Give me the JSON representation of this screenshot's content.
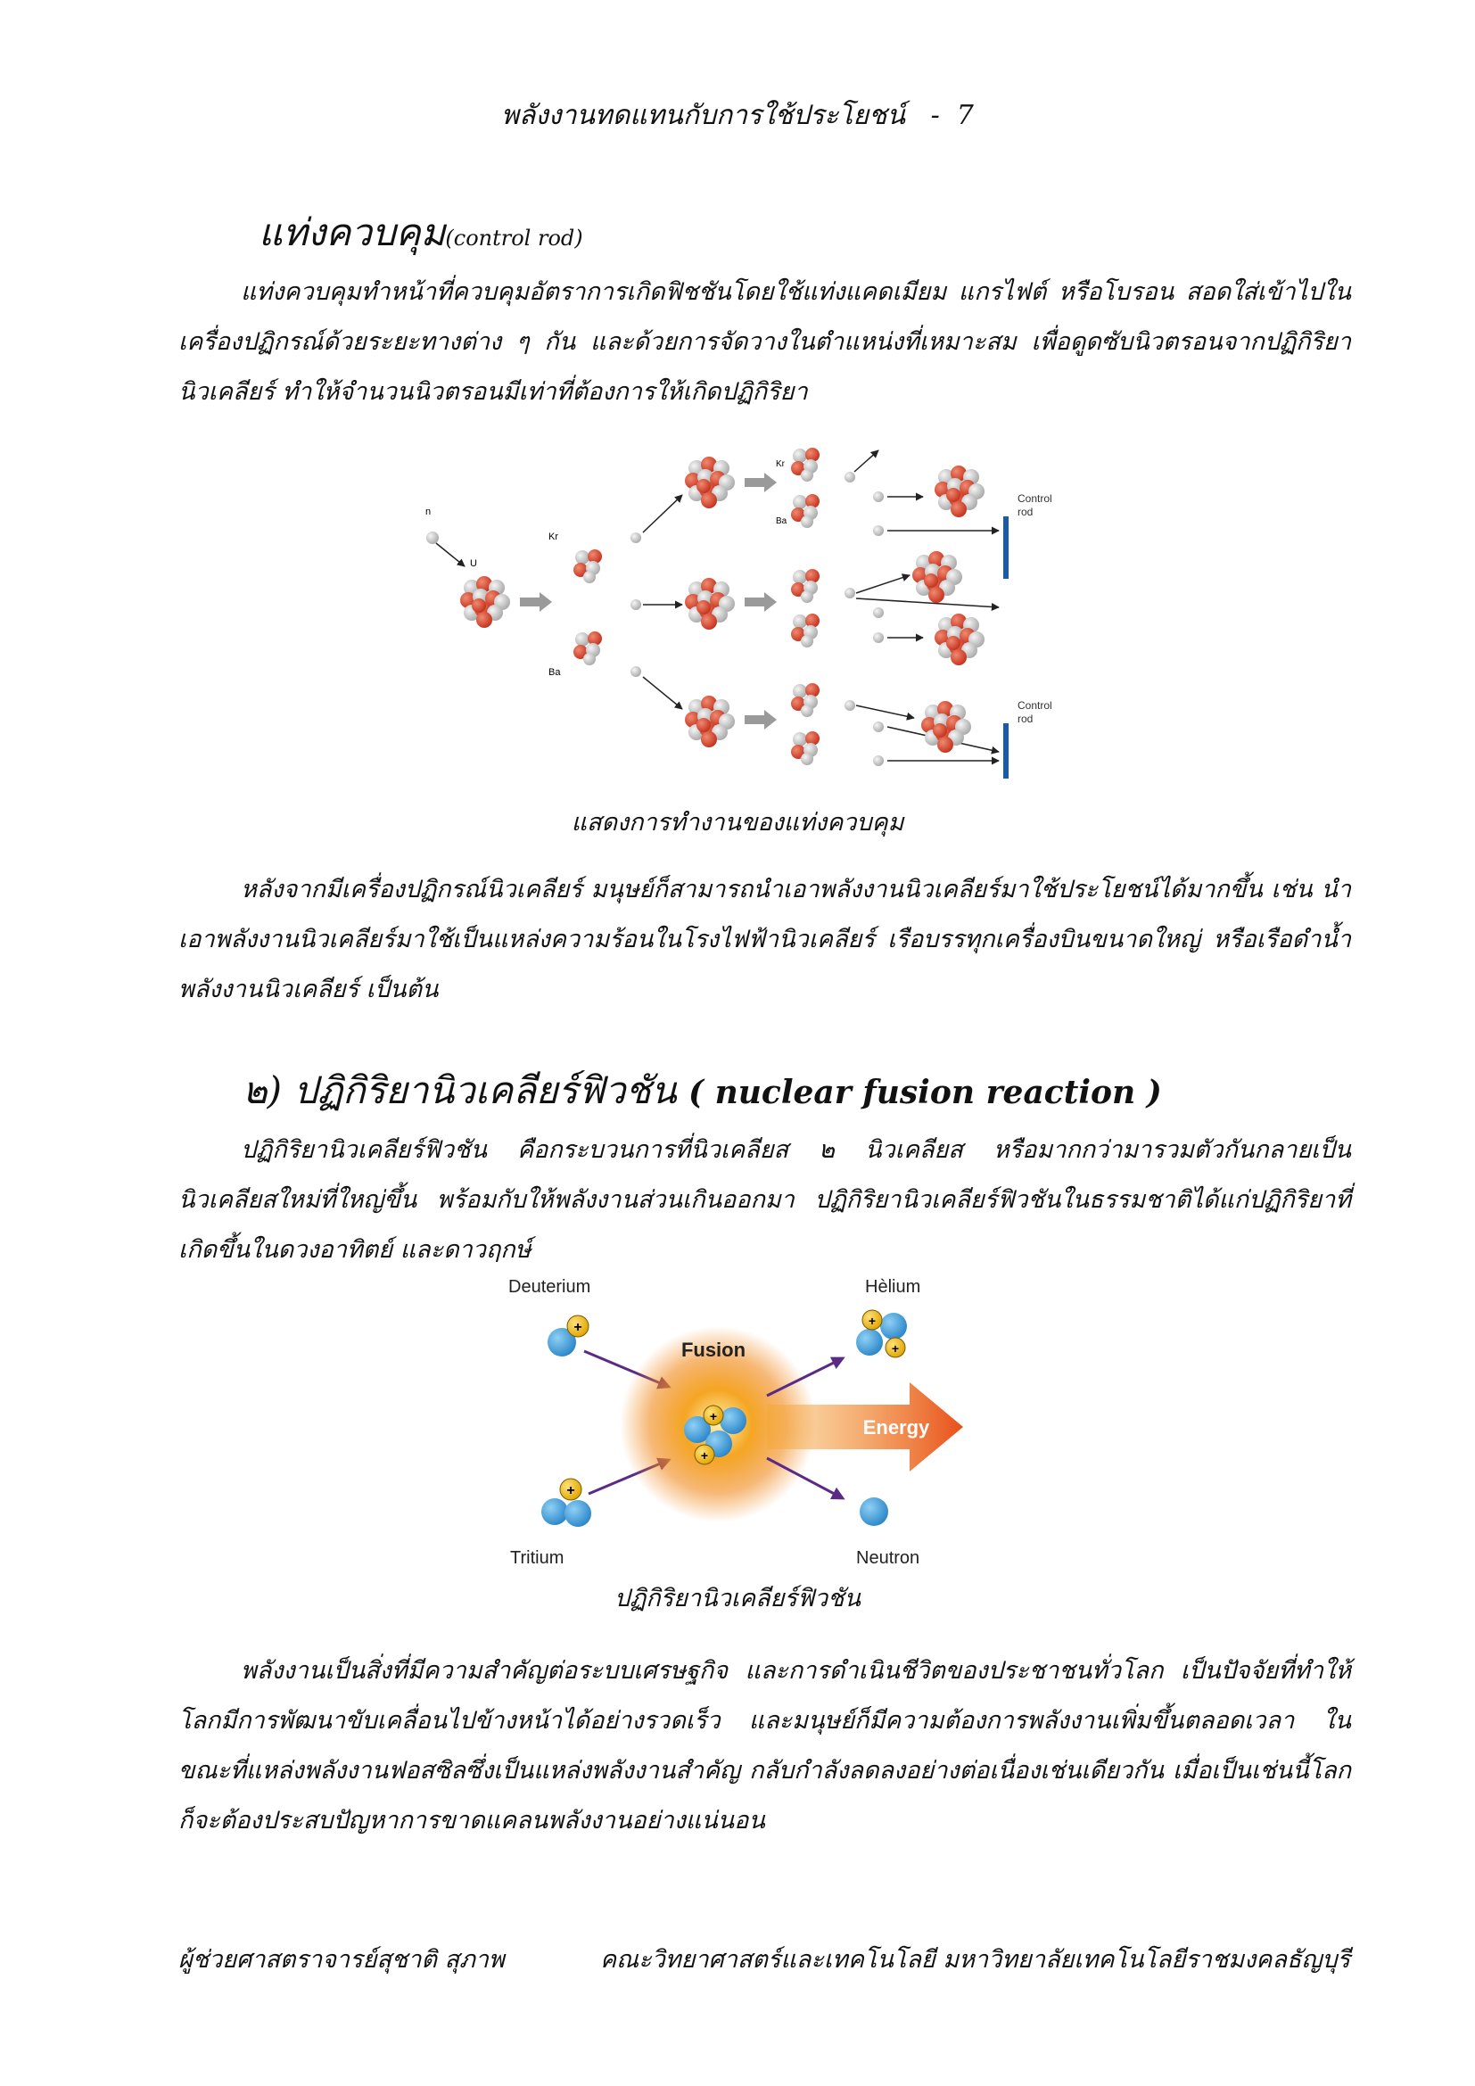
{
  "header": {
    "title": "พลังงานทดแทนกับการใช้ประโยชน์",
    "separator": "-",
    "page_number": "7"
  },
  "section_control_rod": {
    "heading": "แท่งควบคุม",
    "heading_en": "(control rod)",
    "paragraph": "แท่งควบคุมทำหน้าที่ควบคุมอัตราการเกิดฟิชชันโดยใช้แท่งแคดเมียม แกรไฟต์ หรือโบรอน สอดใส่เข้าไปในเครื่องปฏิกรณ์ด้วยระยะทางต่าง ๆ กัน และด้วยการจัดวางในตำแหน่งที่เหมาะสม เพื่อดูดซับนิวตรอนจากปฏิกิริยานิวเคลียร์ ทำให้จำนวนนิวตรอนมีเท่าที่ต้องการให้เกิดปฏิกิริยา",
    "figure_caption": "แสดงการทำงานของแท่งควบคุม",
    "figure_labels": {
      "neutron": "n",
      "u235": "U",
      "kr92": "Kr",
      "ba141": "Ba",
      "control_rod_1": "Control",
      "control_rod_2": "rod"
    },
    "paragraph_after": "หลังจากมีเครื่องปฏิกรณ์นิวเคลียร์ มนุษย์ก็สามารถนำเอาพลังงานนิวเคลียร์มาใช้ประโยชน์ได้มากขึ้น เช่น นำเอาพลังงานนิวเคลียร์มาใช้เป็นแหล่งความร้อนในโรงไฟฟ้านิวเคลียร์ เรือบรรทุกเครื่องบินขนาดใหญ่ หรือเรือดำน้ำพลังงานนิวเคลียร์ เป็นต้น"
  },
  "section_fusion": {
    "heading": "๒) ปฏิกิริยานิวเคลียร์ฟิวชัน",
    "heading_en": "( nuclear fusion reaction )",
    "paragraph": "ปฏิกิริยานิวเคลียร์ฟิวชัน คือกระบวนการที่นิวเคลียส ๒ นิวเคลียส หรือมากกว่ามารวมตัวกันกลายเป็นนิวเคลียสใหม่ที่ใหญ่ขึ้น พร้อมกับให้พลังงานส่วนเกินออกมา ปฏิกิริยานิวเคลียร์ฟิวชันในธรรมชาติได้แก่ปฏิกิริยาที่เกิดขึ้นในดวงอาทิตย์ และดาวฤกษ์",
    "figure_caption": "ปฏิกิริยานิวเคลียร์ฟิวชัน",
    "figure_labels": {
      "deuterium": "Deuterium",
      "tritium": "Tritium",
      "helium": "Hèlium",
      "neutron": "Neutron",
      "fusion": "Fusion",
      "energy": "Energy",
      "plus": "+"
    }
  },
  "closing_paragraph": "พลังงานเป็นสิ่งที่มีความสำคัญต่อระบบเศรษฐกิจ และการดำเนินชีวิตของประชาชนทั่วโลก เป็นปัจจัยที่ทำให้โลกมีการพัฒนาขับเคลื่อนไปข้างหน้าได้อย่างรวดเร็ว และมนุษย์ก็มีความต้องการพลังงานเพิ่มขึ้นตลอดเวลา ในขณะที่แหล่งพลังงานฟอสซิลซึ่งเป็นแหล่งพลังงานสำคัญ กลับกำลังลดลงอย่างต่อเนื่องเช่นเดียวกัน เมื่อเป็นเช่นนี้โลกก็จะต้องประสบปัญหาการขาดแคลนพลังงานอย่างแน่นอน",
  "footer": {
    "author": "ผู้ช่วยศาสตราจารย์สุชาติ สุภาพ",
    "institution": "คณะวิทยาศาสตร์และเทคโนโลยี มหาวิทยาลัยเทคโนโลยีราชมงคลธัญบุรี"
  },
  "colors": {
    "proton": "#d9452c",
    "neutron_ball": "#c9c9c9",
    "control_rod": "#1a5aa8",
    "fusion_glow": "#f08a1c",
    "energy_arrow": "#e8501c",
    "fusion_blue": "#4aa3e0",
    "fusion_plus": "#f2b705"
  }
}
